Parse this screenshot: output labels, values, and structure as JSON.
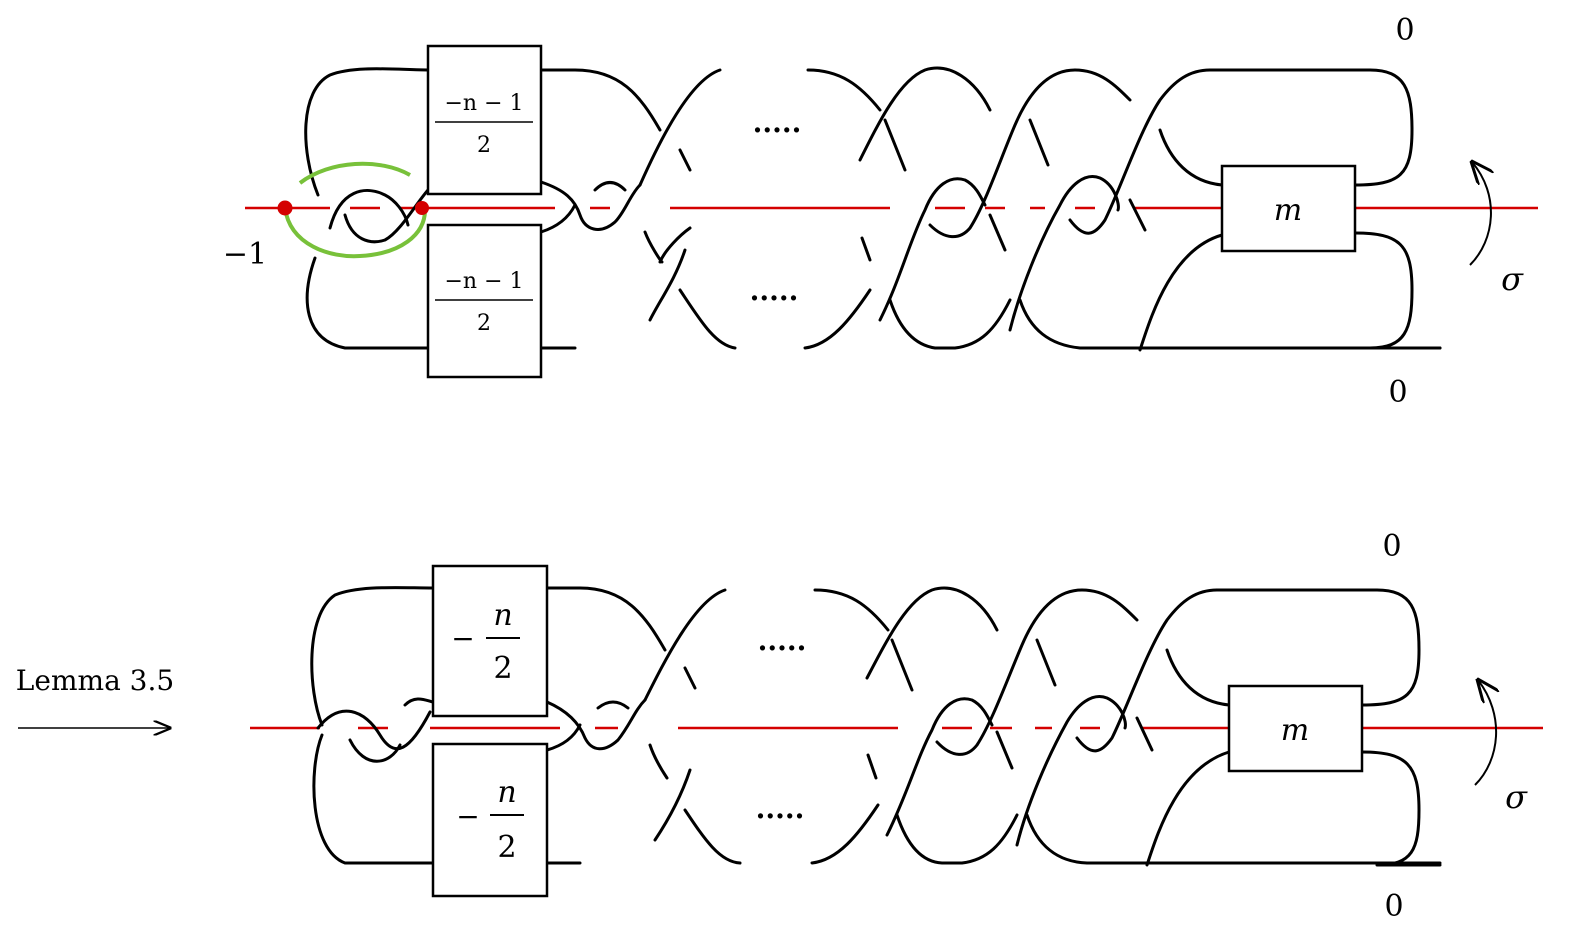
{
  "top_diagram": {
    "framing_top": "0",
    "framing_bottom": "0",
    "framing_left": "−1",
    "upper_box": {
      "numerator": "−n − 1",
      "denominator": "2"
    },
    "lower_box": {
      "numerator": "−n − 1",
      "denominator": "2"
    },
    "twist_box": "m",
    "dots_upper": ".....",
    "dots_lower": ".....",
    "symmetry": "σ"
  },
  "arrow": {
    "label": "Lemma 3.5"
  },
  "bottom_diagram": {
    "framing_top": "0",
    "framing_bottom": "0",
    "upper_box": {
      "sign": "−",
      "numerator": "n",
      "denominator": "2"
    },
    "lower_box": {
      "sign": "−",
      "numerator": "n",
      "denominator": "2"
    },
    "twist_box": "m",
    "dots_upper": ".....",
    "dots_lower": ".....",
    "symmetry": "σ"
  },
  "colors": {
    "axis": "#d40000",
    "arc": "#78c13a",
    "ink": "#000000"
  }
}
